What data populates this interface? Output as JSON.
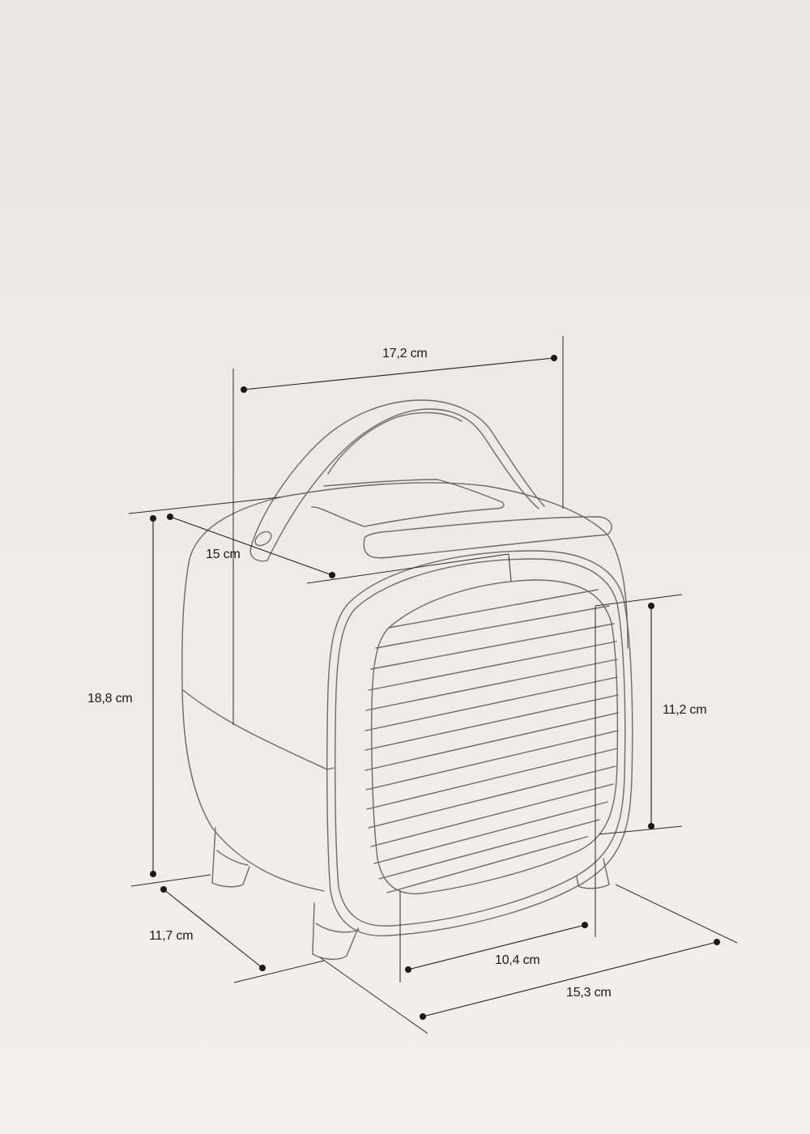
{
  "diagram": {
    "subject": "portable air cooler",
    "colors": {
      "background": "#edebe8",
      "outline": "#6b6b6b",
      "dimension": "#1e1e1e"
    },
    "dimensions": {
      "total_width": "17,2 cm",
      "depth_top": "15 cm",
      "total_height": "18,8 cm",
      "grille_height": "11,2 cm",
      "base_depth": "11,7 cm",
      "grille_width": "10,4 cm",
      "base_width": "15,3 cm"
    }
  }
}
